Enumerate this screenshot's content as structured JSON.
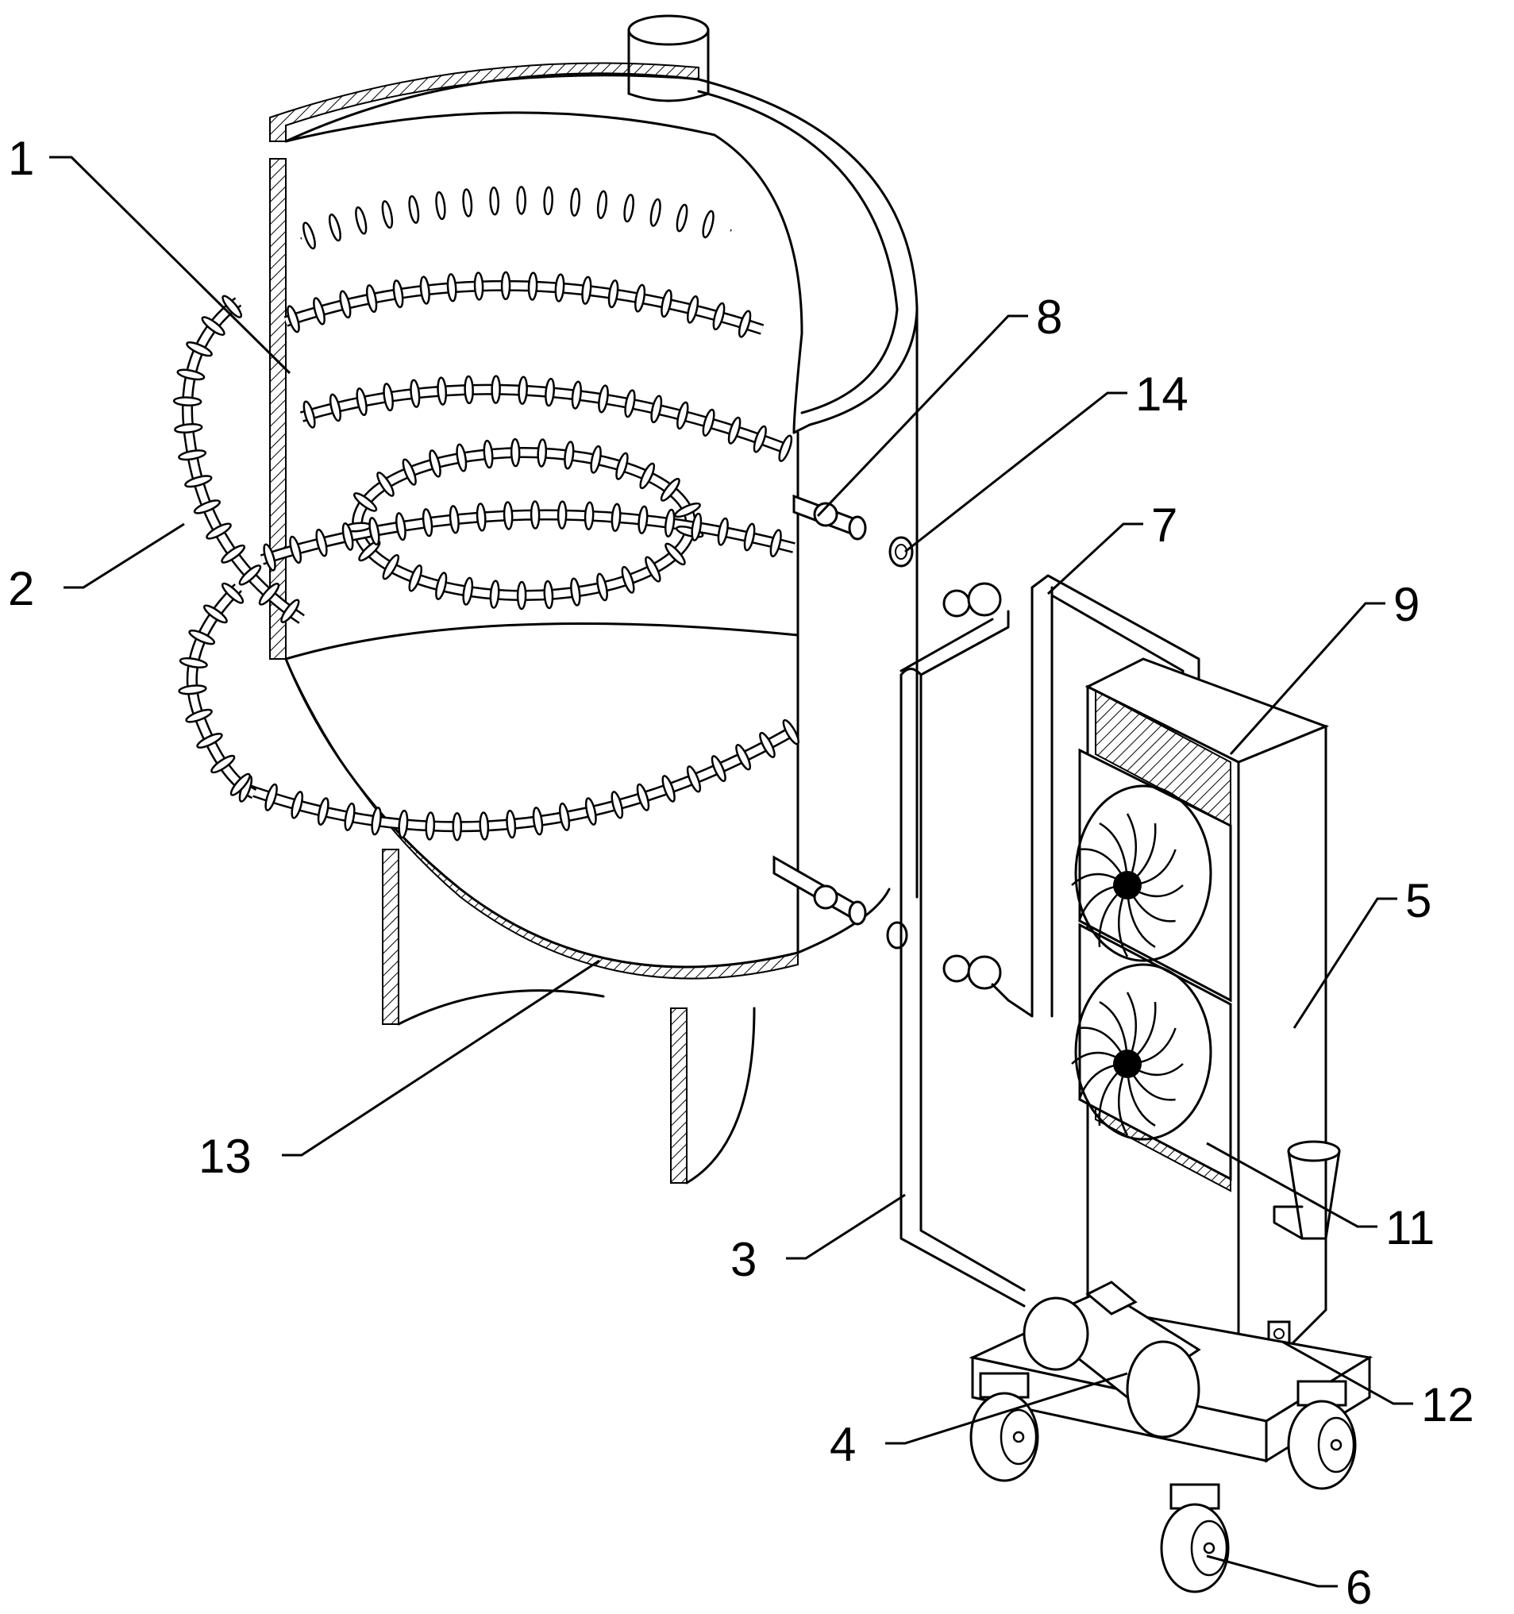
{
  "labels": [
    {
      "id": "1",
      "text": "1"
    },
    {
      "id": "2",
      "text": "2"
    },
    {
      "id": "3",
      "text": "3"
    },
    {
      "id": "4",
      "text": "4"
    },
    {
      "id": "5",
      "text": "5"
    },
    {
      "id": "6",
      "text": "6"
    },
    {
      "id": "7",
      "text": "7"
    },
    {
      "id": "8",
      "text": "8"
    },
    {
      "id": "9",
      "text": "9"
    },
    {
      "id": "11",
      "text": "11"
    },
    {
      "id": "12",
      "text": "12"
    },
    {
      "id": "13",
      "text": "13"
    },
    {
      "id": "14",
      "text": "14"
    }
  ],
  "colors": {
    "line": "#000000",
    "background": "#ffffff"
  }
}
